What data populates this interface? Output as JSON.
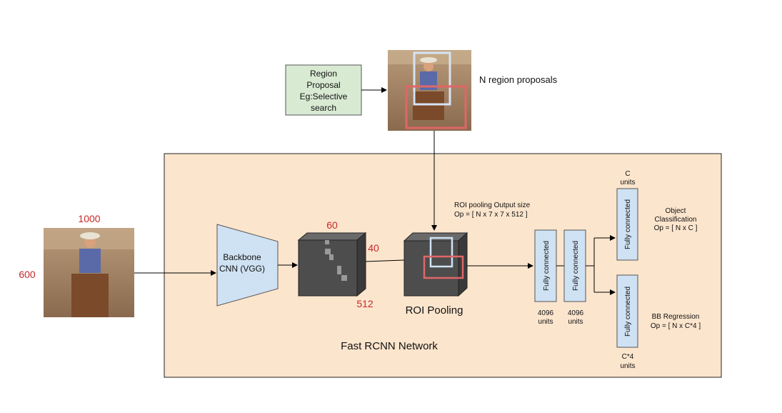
{
  "region_proposal": {
    "lines": [
      "Region",
      "Proposal",
      "Eg:Selective",
      "search"
    ]
  },
  "n_region_proposals": "N region proposals",
  "network_label": "Fast RCNN Network",
  "input_dims": {
    "width": "1000",
    "height": "600"
  },
  "backbone": {
    "lines": [
      "Backbone",
      "CNN (VGG)"
    ]
  },
  "feature_map_dims": {
    "width": "60",
    "height": "40",
    "depth": "512"
  },
  "roi_pooling": {
    "label": "ROI Pooling",
    "output_lines": [
      "ROI pooling Output size",
      "Op = [ N x 7 x 7 x 512 ]"
    ]
  },
  "fc_label": "Fully connected",
  "fc1_units": [
    "4096",
    "units"
  ],
  "fc2_units": [
    "4096",
    "units"
  ],
  "classification_head": {
    "units": [
      "C",
      "units"
    ],
    "lines": [
      "Object",
      "Classification",
      "Op = [ N x C ]"
    ]
  },
  "regression_head": {
    "units": [
      "C*4",
      "units"
    ],
    "lines": [
      "BB Regression",
      "Op = [ N x C*4 ]"
    ]
  },
  "colors": {
    "network_bg": "#fce5cd",
    "proposal_box": "#d9ead3",
    "backbone": "#cfe2f3",
    "fc": "#cfe2f3",
    "accent_red": "#c62828",
    "feature_cube": "#4d4d4d"
  }
}
